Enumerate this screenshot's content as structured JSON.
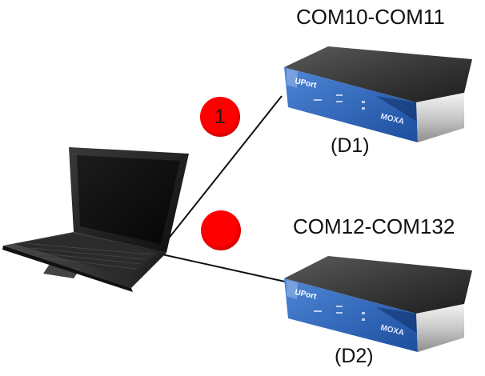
{
  "colors": {
    "badge": "#ff0000",
    "cable": "#111111",
    "device_accent": "#2a63b8"
  },
  "icons": {
    "laptop": "laptop-icon",
    "device": "usb-serial-hub-icon"
  },
  "devices": [
    {
      "com_range": "COM10-COM11",
      "id": "(D1)",
      "brand": "UPort",
      "logo": "MOXA"
    },
    {
      "com_range": "COM12-COM132",
      "id": "(D2)",
      "brand": "UPort",
      "logo": "MOXA"
    }
  ],
  "connections": [
    {
      "number": "1"
    },
    {
      "number": ""
    }
  ]
}
